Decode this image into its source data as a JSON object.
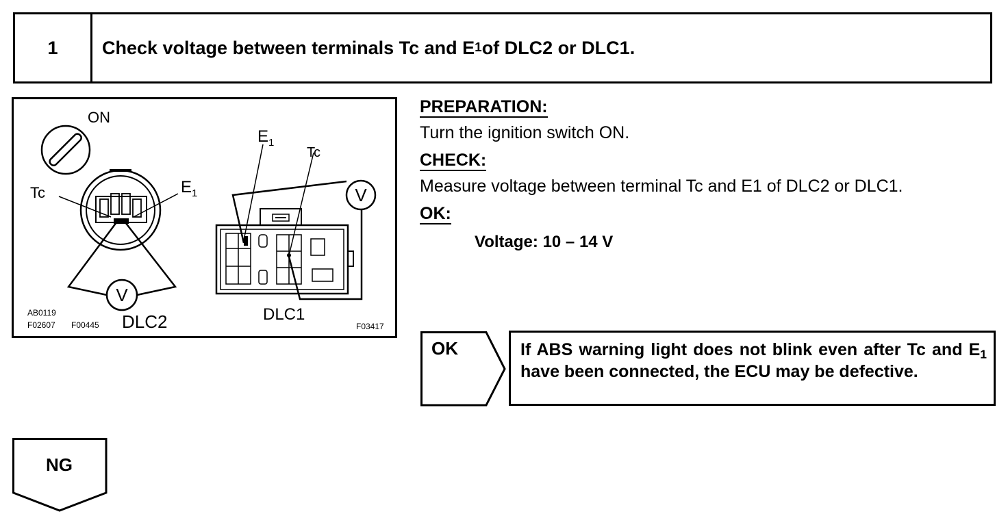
{
  "step": {
    "number": "1",
    "title_prefix": "Check voltage between terminals Tc and E",
    "title_sub": "1",
    "title_suffix": " of DLC2 or DLC1."
  },
  "diagram": {
    "switch_label": "ON",
    "dlc2_tc": "Tc",
    "dlc2_e": "E",
    "dlc2_e_sub": "1",
    "dlc1_e": "E",
    "dlc1_e_sub": "1",
    "dlc1_tc": "Tc",
    "voltmeter_symbol": "V",
    "dlc2_label": "DLC2",
    "dlc1_label": "DLC1",
    "code_1": "AB0119",
    "code_2": "F02607",
    "code_3": "F00445",
    "code_4": "F03417"
  },
  "preparation": {
    "heading": "PREPARATION:",
    "text": "Turn the ignition switch ON."
  },
  "check": {
    "heading": "CHECK:",
    "text": "Measure voltage between terminal Tc and E1 of DLC2 or DLC1."
  },
  "ok": {
    "heading": "OK:",
    "value": "Voltage: 10 – 14 V"
  },
  "ok_result": {
    "label": "OK",
    "text_1": "If ABS warning light does not blink even after Tc and E",
    "text_sub": "1",
    "text_2": " have been connected, the ECU may be defective."
  },
  "ng_result": {
    "label": "NG"
  }
}
